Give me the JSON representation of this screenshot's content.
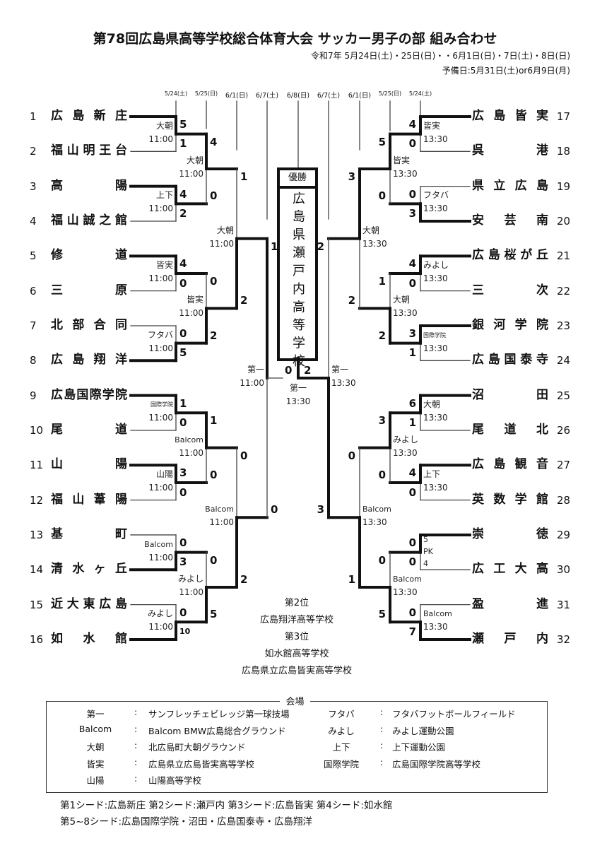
{
  "title": "第78回広島県高等学校総合体育大会 サッカー男子の部 組み合わせ",
  "dates": "令和7年 5月24日(土)・25日(日)・・6月1日(日)・7日(土)・8日(日)",
  "reserve": "予備日:5月31日(土)or6月9日(月)",
  "round_dates": [
    "5/24(土)",
    "5/25(日)",
    "6/1(日)",
    "6/7(土)",
    "6/8(日)",
    "6/7(土)",
    "6/1(日)",
    "5/25(日)",
    "5/24(土)"
  ],
  "champion_label": "優勝",
  "champion": "広島県瀬戸内高等学校",
  "left": {
    "teams": [
      {
        "num": "1",
        "name": "広島新庄"
      },
      {
        "num": "2",
        "name": "福山明王台"
      },
      {
        "num": "3",
        "name": "高陽"
      },
      {
        "num": "4",
        "name": "福山誠之館"
      },
      {
        "num": "5",
        "name": "修道"
      },
      {
        "num": "6",
        "name": "三原"
      },
      {
        "num": "7",
        "name": "北部合同"
      },
      {
        "num": "8",
        "name": "広島翔洋"
      },
      {
        "num": "9",
        "name": "広島国際学院"
      },
      {
        "num": "10",
        "name": "尾道"
      },
      {
        "num": "11",
        "name": "山陽"
      },
      {
        "num": "12",
        "name": "福山葦陽"
      },
      {
        "num": "13",
        "name": "基町"
      },
      {
        "num": "14",
        "name": "清水ヶ丘"
      },
      {
        "num": "15",
        "name": "近大東広島"
      },
      {
        "num": "16",
        "name": "如水館"
      }
    ],
    "rounds": [
      [
        {
          "s": [
            5,
            1
          ],
          "v": "大朝",
          "t": "11:00",
          "w": 0
        },
        {
          "s": [
            4,
            2
          ],
          "v": "上下",
          "t": "11:00",
          "w": 0
        },
        {
          "s": [
            4,
            0
          ],
          "v": "皆実",
          "t": "11:00",
          "w": 0
        },
        {
          "s": [
            0,
            5
          ],
          "v": "フタバ",
          "t": "11:00",
          "w": 1
        },
        {
          "s": [
            1,
            0
          ],
          "v": "国際学院",
          "t": "11:00",
          "w": 0
        },
        {
          "s": [
            3,
            0
          ],
          "v": "山陽",
          "t": "11:00",
          "w": 0
        },
        {
          "s": [
            0,
            3
          ],
          "v": "Balcom",
          "t": "11:00",
          "w": 1
        },
        {
          "s": [
            0,
            10
          ],
          "v": "みよし",
          "t": "11:00",
          "w": 1
        }
      ],
      [
        {
          "s": [
            4,
            0
          ],
          "v": "大朝",
          "t": "11:00",
          "w": 0
        },
        {
          "s": [
            0,
            2
          ],
          "v": "皆実",
          "t": "11:00",
          "w": 1
        },
        {
          "s": [
            1,
            0
          ],
          "v": "Balcom",
          "t": "11:00",
          "w": 0
        },
        {
          "s": [
            0,
            5
          ],
          "v": "みよし",
          "t": "11:00",
          "w": 1
        }
      ],
      [
        {
          "s": [
            1,
            2
          ],
          "v": "大朝",
          "t": "11:00",
          "w": 1
        },
        {
          "s": [
            0,
            2
          ],
          "v": "Balcom",
          "t": "11:00",
          "w": 1
        }
      ],
      [
        {
          "s": [
            1,
            0
          ],
          "v": "第一",
          "t": "11:00",
          "w": 0
        }
      ]
    ]
  },
  "right": {
    "teams": [
      {
        "num": "17",
        "name": "広島皆実"
      },
      {
        "num": "18",
        "name": "呉港"
      },
      {
        "num": "19",
        "name": "県立広島"
      },
      {
        "num": "20",
        "name": "安芸南"
      },
      {
        "num": "21",
        "name": "広島桜が丘"
      },
      {
        "num": "22",
        "name": "三次"
      },
      {
        "num": "23",
        "name": "銀河学院"
      },
      {
        "num": "24",
        "name": "広島国泰寺"
      },
      {
        "num": "25",
        "name": "沼田"
      },
      {
        "num": "26",
        "name": "尾道北"
      },
      {
        "num": "27",
        "name": "広島観音"
      },
      {
        "num": "28",
        "name": "英数学館"
      },
      {
        "num": "29",
        "name": "崇徳"
      },
      {
        "num": "30",
        "name": "広工大高"
      },
      {
        "num": "31",
        "name": "盈進"
      },
      {
        "num": "32",
        "name": "瀬戸内"
      }
    ],
    "rounds": [
      [
        {
          "s": [
            4,
            0
          ],
          "v": "皆実",
          "t": "13:30",
          "w": 0
        },
        {
          "s": [
            0,
            3
          ],
          "v": "フタバ",
          "t": "13:30",
          "w": 1
        },
        {
          "s": [
            4,
            0
          ],
          "v": "みよし",
          "t": "13:30",
          "w": 0
        },
        {
          "s": [
            3,
            1
          ],
          "v": "国際学院",
          "t": "13:30",
          "w": 0
        },
        {
          "s": [
            6,
            1
          ],
          "v": "大朝",
          "t": "13:30",
          "w": 0
        },
        {
          "s": [
            4,
            0
          ],
          "v": "上下",
          "t": "13:30",
          "w": 0
        },
        {
          "s": [
            0,
            0
          ],
          "pk": [
            "5",
            "PK",
            "4"
          ],
          "w": 0
        },
        {
          "s": [
            0,
            7
          ],
          "v": "Balcom",
          "t": "13:30",
          "w": 1
        }
      ],
      [
        {
          "s": [
            5,
            0
          ],
          "v": "皆実",
          "t": "13:30",
          "w": 0
        },
        {
          "s": [
            1,
            2
          ],
          "v": "大朝",
          "t": "13:30",
          "w": 1
        },
        {
          "s": [
            3,
            0
          ],
          "v": "みよし",
          "t": "13:30",
          "w": 0
        },
        {
          "s": [
            0,
            5
          ],
          "v": "Balcom",
          "t": "13:30",
          "w": 1
        }
      ],
      [
        {
          "s": [
            3,
            2
          ],
          "v": "大朝",
          "t": "13:30",
          "w": 0
        },
        {
          "s": [
            0,
            1
          ],
          "v": "Balcom",
          "t": "13:30",
          "w": 1
        }
      ],
      [
        {
          "s": [
            2,
            3
          ],
          "v": "第一",
          "t": "13:30",
          "w": 1
        }
      ]
    ]
  },
  "final": {
    "s": [
      0,
      2
    ],
    "v": "第一",
    "t": "13:30",
    "w": 1
  },
  "placings": {
    "second_label": "第2位",
    "second": "広島翔洋高等学校",
    "third_label": "第3位",
    "third": [
      "如水館高等学校",
      "広島県立広島皆実高等学校"
    ]
  },
  "venues": {
    "title": "会場",
    "items": [
      {
        "abbr": "第一",
        "name": "サンフレッチェビレッジ第一球技場"
      },
      {
        "abbr": "Balcom",
        "name": "Balcom BMW広島総合グラウンド"
      },
      {
        "abbr": "大朝",
        "name": "北広島町大朝グラウンド"
      },
      {
        "abbr": "皆実",
        "name": "広島県立広島皆実高等学校"
      },
      {
        "abbr": "山陽",
        "name": "山陽高等学校"
      },
      {
        "abbr": "フタバ",
        "name": "フタバフットボールフィールド"
      },
      {
        "abbr": "みよし",
        "name": "みよし運動公園"
      },
      {
        "abbr": "上下",
        "name": "上下運動公園"
      },
      {
        "abbr": "国際学院",
        "name": "広島国際学院高等学校"
      }
    ]
  },
  "seeds": [
    "第1シード:広島新庄 第2シード:瀬戸内 第3シード:広島皆実 第4シード:如水館",
    "第5~8シード:広島国際学院・沼田・広島国泰寺・広島翔洋"
  ]
}
